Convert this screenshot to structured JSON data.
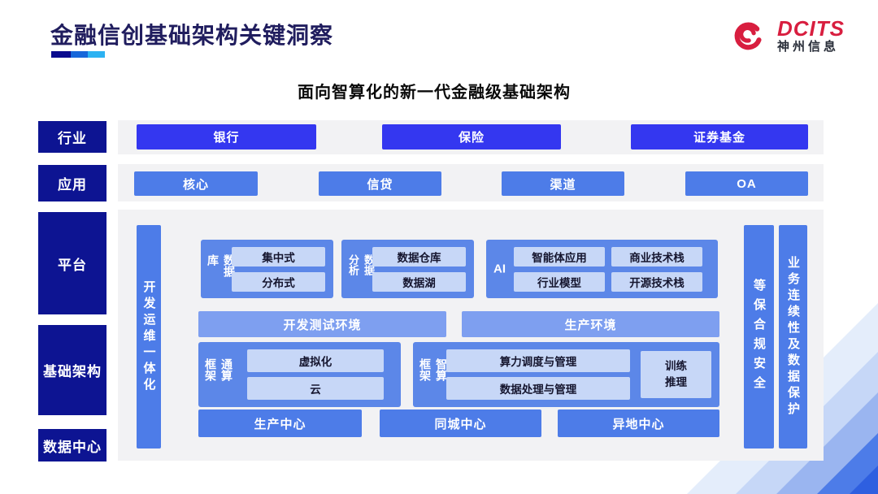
{
  "slide": {
    "title": "金融信创基础架构关键洞察",
    "subtitle": "面向智算化的新一代金融级基础架构"
  },
  "logo": {
    "brand": "DCITS",
    "company": "神州信息",
    "icon": "dcits-swirl-icon",
    "brand_color": "#d81e3f"
  },
  "sidebar": {
    "items": [
      "行业",
      "应用",
      "平台",
      "基础架构",
      "数据中心"
    ]
  },
  "industry_row": {
    "items": [
      "银行",
      "保险",
      "证券基金"
    ]
  },
  "application_row": {
    "items": [
      "核心",
      "信贷",
      "渠道",
      "OA"
    ]
  },
  "platform": {
    "devops_bar": "开发运维一体化",
    "security_bar": "等保合规安全",
    "continuity_bar": "业务连续性及数据保护",
    "database_group": {
      "label": "数据库",
      "items": [
        "集中式",
        "分布式"
      ]
    },
    "analytics_group": {
      "label": "数据分析",
      "items": [
        "数据仓库",
        "数据湖"
      ]
    },
    "ai_group": {
      "label": "AI",
      "items": [
        "智能体应用",
        "商业技术栈",
        "行业模型",
        "开源技术栈"
      ]
    },
    "environments": [
      "开发测试环境",
      "生产环境"
    ],
    "general_compute_group": {
      "label": "通算框架",
      "items": [
        "虚拟化",
        "云"
      ]
    },
    "ai_compute_group": {
      "label": "智算框架",
      "items": [
        "算力调度与管理",
        "数据处理与管理"
      ],
      "side_box": "训练推理"
    },
    "datacenter_row": [
      "生产中心",
      "同城中心",
      "异地中心"
    ]
  },
  "colors": {
    "sidebar_navy": "#0d1492",
    "industry_blue": "#3437f0",
    "chip_blue": "#4d7ce8",
    "group_blue": "#5c87e8",
    "light_chip": "#c7d7f7",
    "env_blue": "#7e9ff0",
    "panel_gray": "#f2f2f4",
    "title_navy": "#201d5e",
    "brand_red": "#d81e3f",
    "underline_segments": [
      "#0a0b8e",
      "#1767da",
      "#2cb2f2"
    ]
  }
}
